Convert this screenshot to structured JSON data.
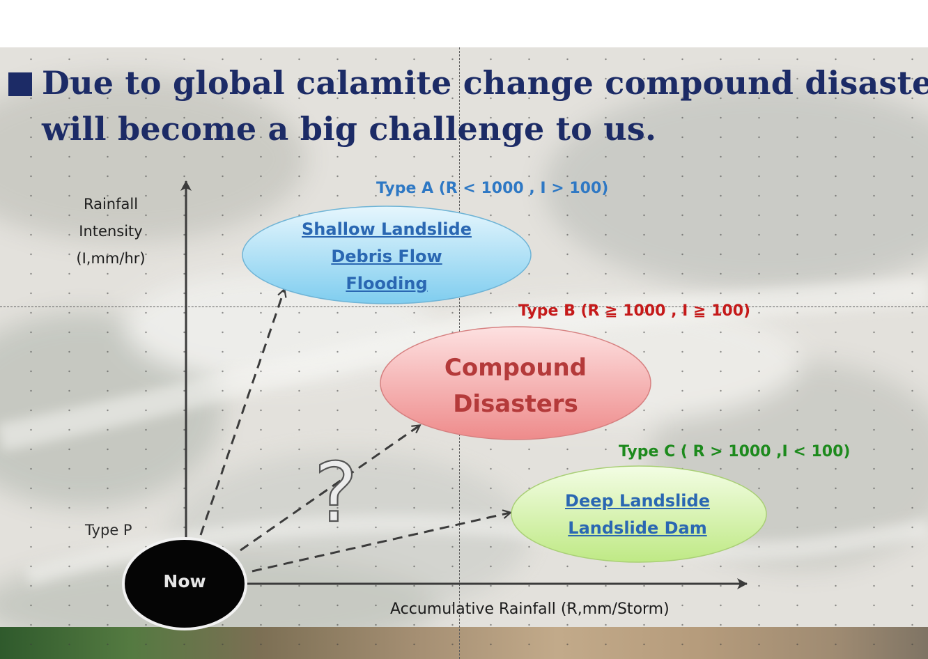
{
  "title": {
    "line1": "Due to global calamite change compound disaster",
    "line2": "will become a big challenge to us."
  },
  "axes": {
    "y_label": [
      "Rainfall",
      "Intensity",
      "(I,mm/hr)"
    ],
    "x_label": "Accumulative Rainfall (R,mm/Storm)"
  },
  "types": {
    "a": "Type A (R < 1000 , I > 100)",
    "b": "Type B (R ≧ 1000 , I ≧ 100)",
    "c": "Type C ( R > 1000 ,I < 100)",
    "p": "Type P"
  },
  "ellipses": {
    "a": [
      "Shallow Landslide",
      "Debris Flow",
      "Flooding"
    ],
    "b": [
      "Compound",
      "Disasters"
    ],
    "c": [
      "Deep Landslide",
      "Landslide Dam"
    ],
    "now": "Now"
  },
  "question_mark": "?",
  "colors": {
    "title": "#1c2b66",
    "type_a": "#2e78c4",
    "type_b": "#c51a1a",
    "type_c": "#1d8a1d",
    "ellipse_a_fill": "#aee2f5",
    "ellipse_b_fill": "#f4a5a5",
    "ellipse_c_fill": "#d6f4a8",
    "now_fill": "#000000"
  }
}
